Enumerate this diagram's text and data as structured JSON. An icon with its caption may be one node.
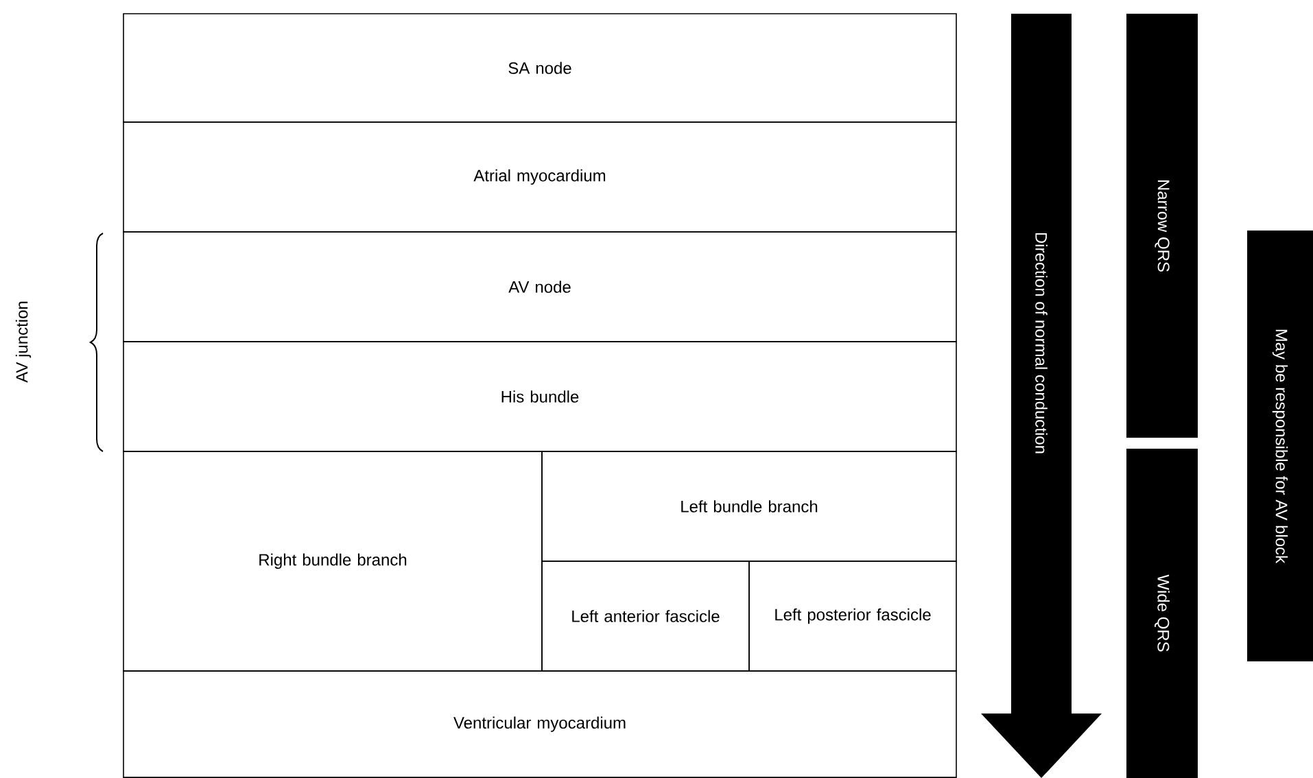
{
  "diagram": {
    "nodes": [
      {
        "text": [
          "SA node"
        ]
      },
      {
        "text": [
          "Atrial myocardium"
        ]
      },
      {
        "text": [
          "AV node"
        ]
      },
      {
        "text": [
          "His bundle"
        ]
      },
      {
        "text": [
          "Right bundle branch"
        ]
      },
      {
        "text": [
          "Left bundle branch"
        ]
      },
      {
        "text": [
          "Left anterior fascicle"
        ]
      },
      {
        "text": [
          "Left posterior fascicle"
        ]
      },
      {
        "text": [
          "Ventricular myocardium"
        ]
      },
      {
        "text": [
          "Direction of normal conduction"
        ]
      },
      {
        "text": [
          "Narrow QRS"
        ]
      },
      {
        "text": [
          "Wide QRS"
        ]
      },
      {
        "text": [
          "May be responsible for AV block"
        ]
      }
    ],
    "labels": [
      "AV junction"
    ]
  }
}
